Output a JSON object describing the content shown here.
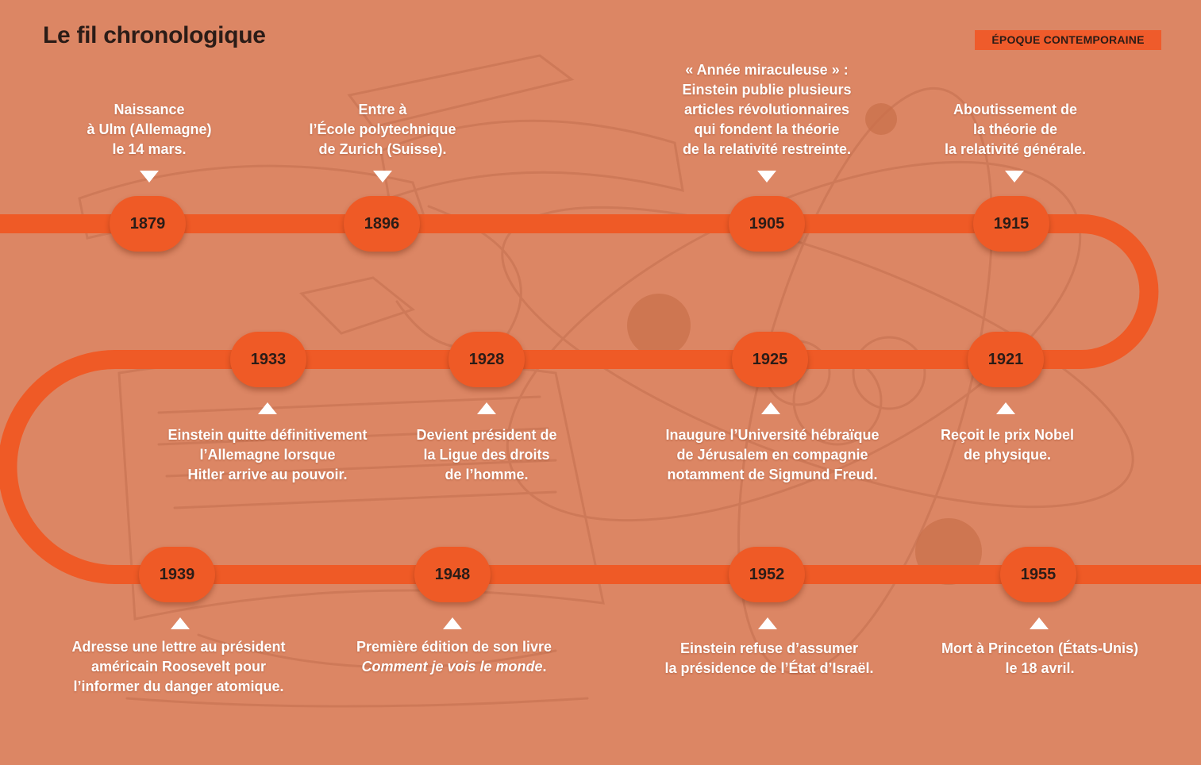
{
  "header": {
    "title": "Le fil chronologique",
    "badge": "ÉPOQUE CONTEMPORAINE"
  },
  "colors": {
    "background": "#dc8664",
    "path": "#ef5a26",
    "text_dark": "#2b1c17",
    "text_light": "#ffffff"
  },
  "events": [
    {
      "year": "1879",
      "text": "Naissance\nà Ulm (Allemagne)\nle 14 mars."
    },
    {
      "year": "1896",
      "text": "Entre à\nl’École polytechnique\nde Zurich (Suisse)."
    },
    {
      "year": "1905",
      "text": "« Année miraculeuse » :\nEinstein publie plusieurs\narticles révolutionnaires\nqui fondent la théorie\nde la relativité restreinte."
    },
    {
      "year": "1915",
      "text": "Aboutissement de\nla théorie de\nla relativité générale."
    },
    {
      "year": "1921",
      "text": "Reçoit le prix Nobel\nde physique."
    },
    {
      "year": "1925",
      "text": "Inaugure l’Université hébraïque\nde Jérusalem en compagnie\nnotamment de Sigmund Freud."
    },
    {
      "year": "1928",
      "text": "Devient président de\nla Ligue des droits\nde l’homme."
    },
    {
      "year": "1933",
      "text": "Einstein quitte définitivement\nl’Allemagne lorsque\nHitler arrive au pouvoir."
    },
    {
      "year": "1939",
      "text": "Adresse une lettre au président\naméricain Roosevelt pour\nl’informer du danger atomique."
    },
    {
      "year": "1948",
      "text_before": "Première édition de son livre\n",
      "text_italic": "Comment je vois le monde",
      "text_after": "."
    },
    {
      "year": "1952",
      "text": "Einstein refuse d’assumer\nla présidence de l’État d’Israël."
    },
    {
      "year": "1955",
      "text": "Mort à Princeton (États-Unis)\nle 18 avril."
    }
  ]
}
